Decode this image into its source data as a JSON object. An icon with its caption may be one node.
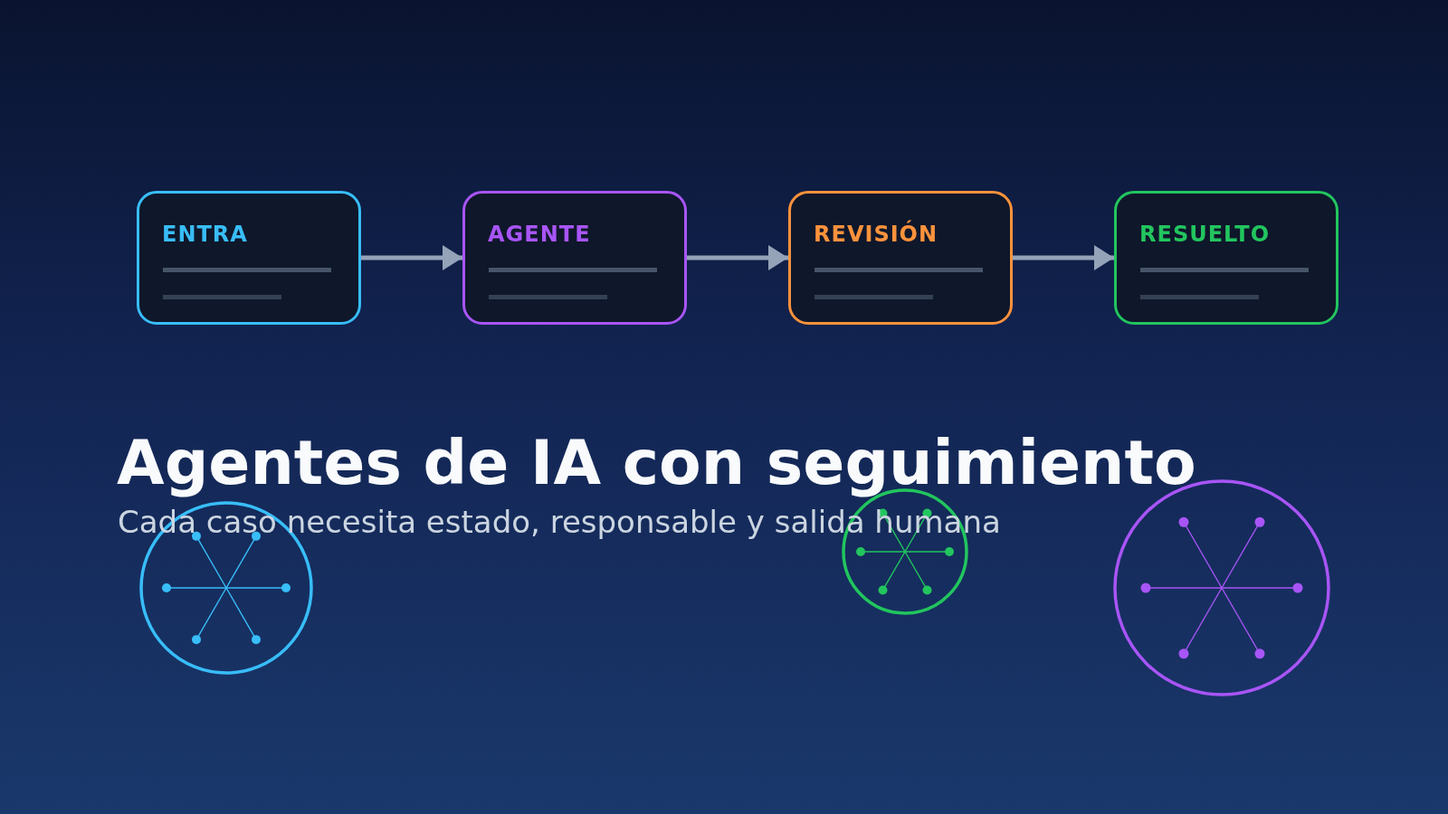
{
  "diagram": {
    "title": "Agentes de IA con seguimiento",
    "nodes": [
      {
        "text": [
          "ENTRA"
        ]
      },
      {
        "text": [
          "AGENTE"
        ]
      },
      {
        "text": [
          "REVISIÓN"
        ]
      },
      {
        "text": [
          "RESUELTO"
        ]
      }
    ],
    "edges": [
      {
        "from": 0,
        "to": 1,
        "arrow": "to"
      },
      {
        "from": 1,
        "to": 2,
        "arrow": "to"
      },
      {
        "from": 2,
        "to": 3,
        "arrow": "to"
      }
    ],
    "labels": [
      "Cada caso necesita estado, responsable y salida humana"
    ]
  }
}
